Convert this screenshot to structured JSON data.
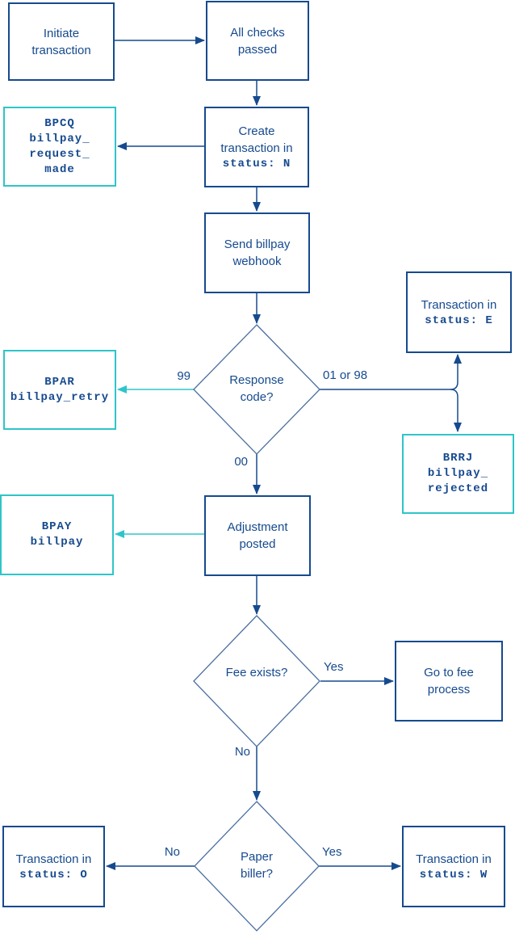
{
  "colors": {
    "navy": "#164a8e",
    "navy_light": "#4a6fa0",
    "teal": "#2ec5c9"
  },
  "nodes": {
    "initiate": {
      "label": "Initiate transaction"
    },
    "all_checks": {
      "label": "All checks passed"
    },
    "bpcq": {
      "code_title": "BPCQ",
      "code_sub": "billpay_\nrequest_\nmade"
    },
    "create": {
      "label": "Create transaction in",
      "code": "status: N"
    },
    "webhook": {
      "label": "Send billpay webhook"
    },
    "response": {
      "label": "Response code?"
    },
    "bpar": {
      "code_title": "BPAR",
      "code_sub": "billpay_retry"
    },
    "status_e": {
      "label": "Transaction in",
      "code": "status: E"
    },
    "brrj": {
      "code_title": "BRRJ",
      "code_sub": "billpay_\nrejected"
    },
    "adjustment": {
      "label": "Adjustment posted"
    },
    "bpay": {
      "code_title": "BPAY",
      "code_sub": "billpay"
    },
    "fee": {
      "label": "Fee exists?"
    },
    "go_fee": {
      "label": "Go to fee process"
    },
    "paper": {
      "label": "Paper biller?"
    },
    "status_o": {
      "label": "Transaction in",
      "code": "status: O"
    },
    "status_w": {
      "label": "Transaction in",
      "code": "status: W"
    }
  },
  "edge_labels": {
    "response_retry": "99",
    "response_error": "01 or 98",
    "response_ok": "00",
    "fee_yes": "Yes",
    "fee_no": "No",
    "paper_no": "No",
    "paper_yes": "Yes"
  }
}
